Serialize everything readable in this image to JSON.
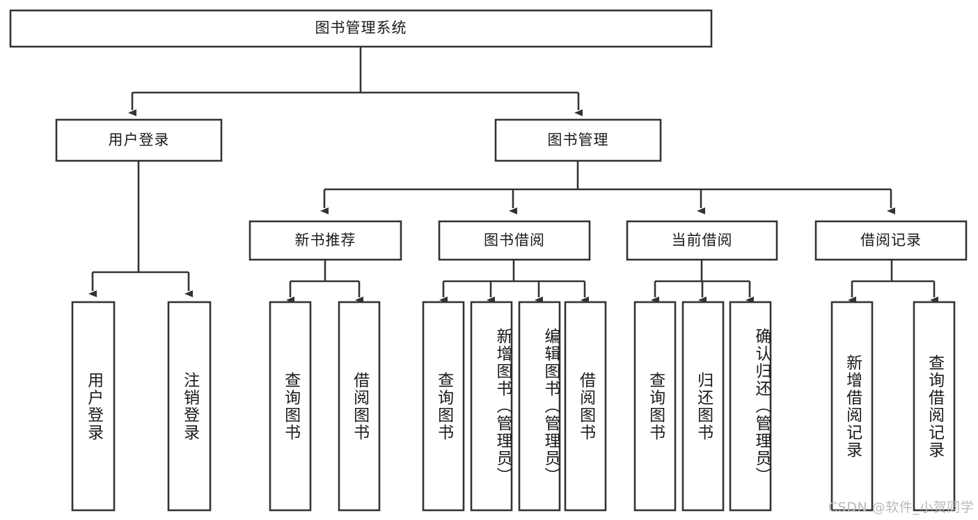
{
  "diagram": {
    "type": "tree",
    "title": "图书管理系统",
    "orientation": "top-down",
    "box_fill": "#ffffff",
    "box_stroke": "#333333",
    "connector_color": "#333333",
    "text_color": "#1a1a1a"
  },
  "nodes": {
    "root": {
      "label": "图书管理系统",
      "level": 0,
      "orientation": "horizontal"
    },
    "l1": [
      {
        "label": "用户登录",
        "orientation": "horizontal"
      },
      {
        "label": "图书管理",
        "orientation": "horizontal"
      }
    ],
    "l2": [
      {
        "label": "新书推荐",
        "orientation": "horizontal"
      },
      {
        "label": "图书借阅",
        "orientation": "horizontal"
      },
      {
        "label": "当前借阅",
        "orientation": "horizontal"
      },
      {
        "label": "借阅记录",
        "orientation": "horizontal"
      }
    ],
    "leaves_user": [
      {
        "label": "用户登录",
        "orientation": "vertical"
      },
      {
        "label": "注销登录",
        "orientation": "vertical"
      }
    ],
    "leaves_newbook": [
      {
        "label": "查询图书",
        "orientation": "vertical"
      },
      {
        "label": "借阅图书",
        "orientation": "vertical"
      }
    ],
    "leaves_borrow": [
      {
        "label": "查询图书",
        "orientation": "vertical"
      },
      {
        "label": "新增图书（管理员）",
        "orientation": "vertical"
      },
      {
        "label": "编辑图书（管理员）",
        "orientation": "vertical"
      },
      {
        "label": "借阅图书",
        "orientation": "vertical"
      }
    ],
    "leaves_current": [
      {
        "label": "查询图书",
        "orientation": "vertical"
      },
      {
        "label": "归还图书",
        "orientation": "vertical"
      },
      {
        "label": "确认归还（管理员）",
        "orientation": "vertical"
      }
    ],
    "leaves_record": [
      {
        "label": "新增借阅记录",
        "orientation": "vertical"
      },
      {
        "label": "查询借阅记录",
        "orientation": "vertical"
      }
    ]
  },
  "watermark": {
    "text": "CSDN @软件_小贺同学"
  }
}
